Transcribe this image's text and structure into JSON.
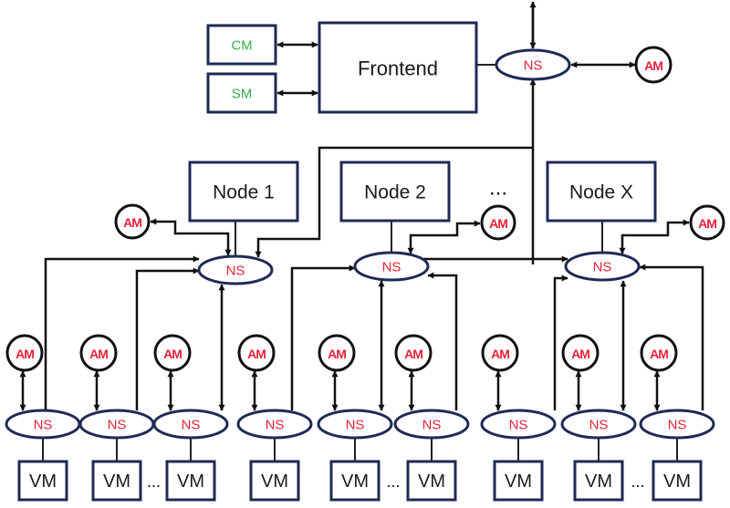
{
  "diagram": {
    "frontend": {
      "label": "Frontend"
    },
    "managers": [
      {
        "id": "cm",
        "label": "CM"
      },
      {
        "id": "sm",
        "label": "SM"
      }
    ],
    "top_ns": {
      "label": "NS",
      "am_label": "AM"
    },
    "ellipsis": "...",
    "nodes": [
      {
        "id": "node-1",
        "label": "Node 1",
        "ns_label": "NS",
        "am_label": "AM"
      },
      {
        "id": "node-2",
        "label": "Node 2",
        "ns_label": "NS",
        "am_label": "AM"
      },
      {
        "id": "node-x",
        "label": "Node X",
        "ns_label": "NS",
        "am_label": "AM"
      }
    ],
    "vm_groups": [
      {
        "node": "node-1",
        "vms": [
          {
            "vm_label": "VM",
            "ns_label": "NS",
            "am_label": "AM"
          },
          {
            "vm_label": "VM",
            "ns_label": "NS",
            "am_label": "AM"
          },
          {
            "vm_label": "VM",
            "ns_label": "NS",
            "am_label": "AM"
          }
        ],
        "ellipsis": "..."
      },
      {
        "node": "node-2",
        "vms": [
          {
            "vm_label": "VM",
            "ns_label": "NS",
            "am_label": "AM"
          },
          {
            "vm_label": "VM",
            "ns_label": "NS",
            "am_label": "AM"
          },
          {
            "vm_label": "VM",
            "ns_label": "NS",
            "am_label": "AM"
          }
        ],
        "ellipsis": "..."
      },
      {
        "node": "node-x",
        "vms": [
          {
            "vm_label": "VM",
            "ns_label": "NS",
            "am_label": "AM"
          },
          {
            "vm_label": "VM",
            "ns_label": "NS",
            "am_label": "AM"
          },
          {
            "vm_label": "VM",
            "ns_label": "NS",
            "am_label": "AM"
          }
        ],
        "ellipsis": "..."
      }
    ],
    "colors": {
      "box_border": "#1f2a55",
      "ns_text": "#e8233a",
      "am_text": "#e8233a",
      "manager_text": "#33b24a",
      "line": "#111111"
    }
  }
}
